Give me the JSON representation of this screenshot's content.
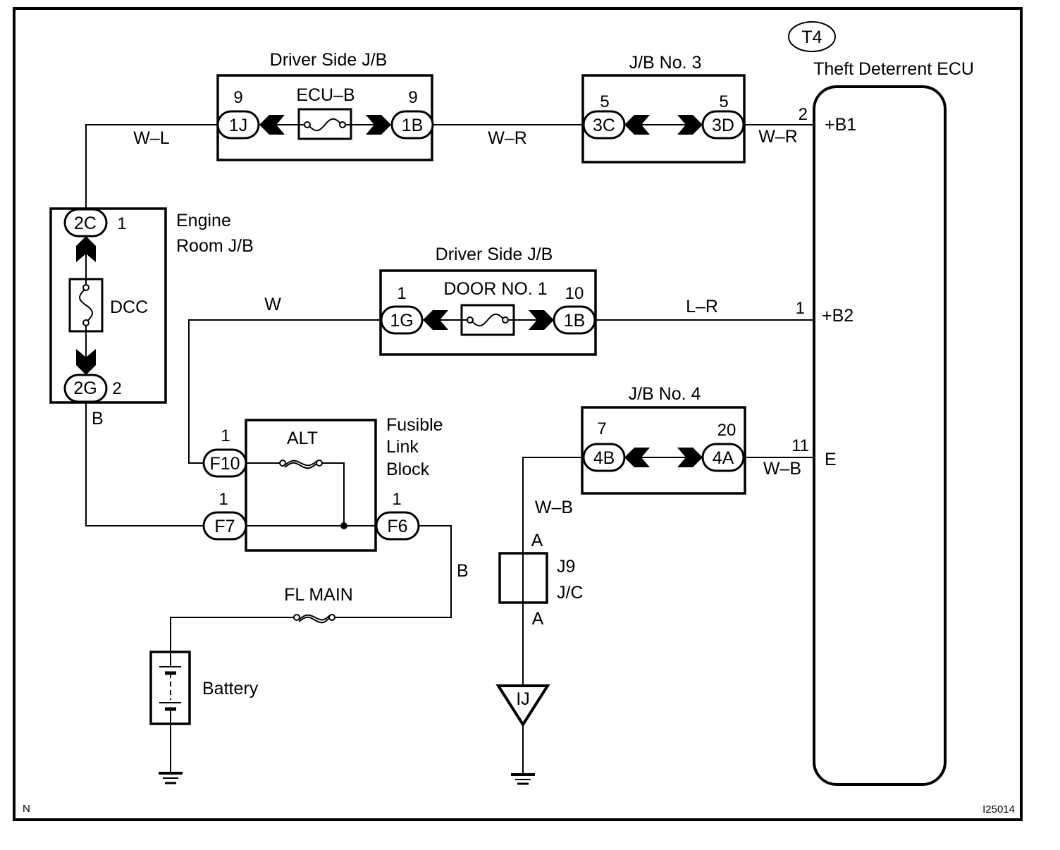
{
  "diagram": {
    "id_code": "I25014",
    "corner_mark": "N",
    "ecu": {
      "connector_code": "T4",
      "name": "Theft Deterrent ECU",
      "terminals": [
        {
          "pin": "2",
          "name": "+B1",
          "wire": "W–R"
        },
        {
          "pin": "1",
          "name": "+B2",
          "wire": "L–R"
        },
        {
          "pin": "11",
          "name": "E",
          "wire": "W–B"
        }
      ]
    },
    "driver_jb_top": {
      "title": "Driver Side J/B",
      "fuse": "ECU–B",
      "left": {
        "pin": "9",
        "connector": "1J"
      },
      "right": {
        "pin": "9",
        "connector": "1B"
      }
    },
    "jb3": {
      "title": "J/B No. 3",
      "left": {
        "pin": "5",
        "connector": "3C"
      },
      "right": {
        "pin": "5",
        "connector": "3D"
      }
    },
    "engine_room_jb": {
      "title_line1": "Engine",
      "title_line2": "Room J/B",
      "fuse": "DCC",
      "top": {
        "pin": "1",
        "connector": "2C"
      },
      "bottom": {
        "pin": "2",
        "connector": "2G"
      }
    },
    "driver_jb_mid": {
      "title": "Driver Side J/B",
      "fuse": "DOOR NO. 1",
      "left": {
        "pin": "1",
        "connector": "1G"
      },
      "right": {
        "pin": "10",
        "connector": "1B"
      }
    },
    "jb4": {
      "title": "J/B No. 4",
      "left": {
        "pin": "7",
        "connector": "4B"
      },
      "right": {
        "pin": "20",
        "connector": "4A"
      }
    },
    "fusible_link_block": {
      "title_line1": "Fusible",
      "title_line2": "Link",
      "title_line3": "Block",
      "fuse": "ALT",
      "f10": {
        "pin": "1",
        "connector": "F10"
      },
      "f7": {
        "pin": "1",
        "connector": "F7"
      },
      "f6": {
        "pin": "1",
        "connector": "F6"
      }
    },
    "fl_main": "FL MAIN",
    "battery": "Battery",
    "junction_connector": {
      "code": "J9",
      "type": "J/C",
      "pin_top": "A",
      "pin_bottom": "A"
    },
    "ground_point": "IJ",
    "wire_colors": {
      "wl": "W–L",
      "wr_mid": "W–R",
      "wr_ecu": "W–R",
      "w": "W",
      "lr": "L–R",
      "b_left": "B",
      "b_right": "B",
      "wb_vertical": "W–B",
      "wb_ecu": "W–B"
    }
  }
}
